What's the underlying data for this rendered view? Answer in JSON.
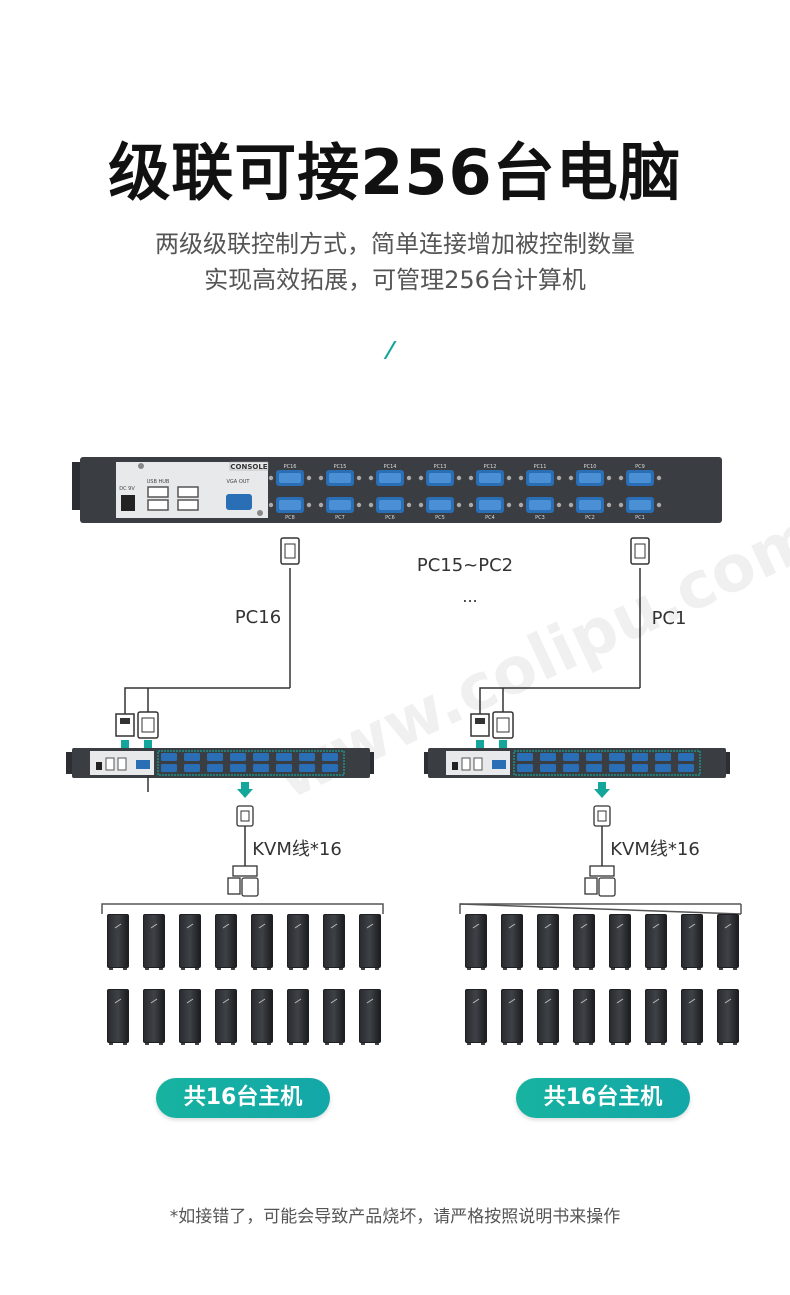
{
  "title": "级联可接256台电脑",
  "subtitle_line1": "两级级联控制方式，简单连接增加被控制数量",
  "subtitle_line2": "实现高效拓展，可管理256台计算机",
  "main_switch": {
    "console_label": "CONSOLE",
    "vga_out_label": "VGA OUT",
    "usb_hub_label": "USB HUB",
    "dc_label": "DC 9V",
    "ports_top": [
      "PC16",
      "PC15",
      "PC14",
      "PC13",
      "PC12",
      "PC11",
      "PC10",
      "PC9"
    ],
    "ports_bottom": [
      "PC8",
      "PC7",
      "PC6",
      "PC5",
      "PC4",
      "PC3",
      "PC2",
      "PC1"
    ]
  },
  "labels": {
    "pc16": "PC16",
    "pc1": "PC1",
    "range": "PC15~PC2",
    "ellipsis": "..."
  },
  "left_group": {
    "cable_label": "KVM线*16",
    "hosts_label": "共16台主机"
  },
  "right_group": {
    "cable_label": "KVM线*16",
    "hosts_label": "共16台主机"
  },
  "watermark": "www.colipu.com 科力普",
  "footnote": "*如接错了，可能会导致产品烧坏，请严格按照说明书来操作",
  "colors": {
    "accent": "#14a69a",
    "device": "#3a3d42",
    "port": "#2a6fb5"
  }
}
